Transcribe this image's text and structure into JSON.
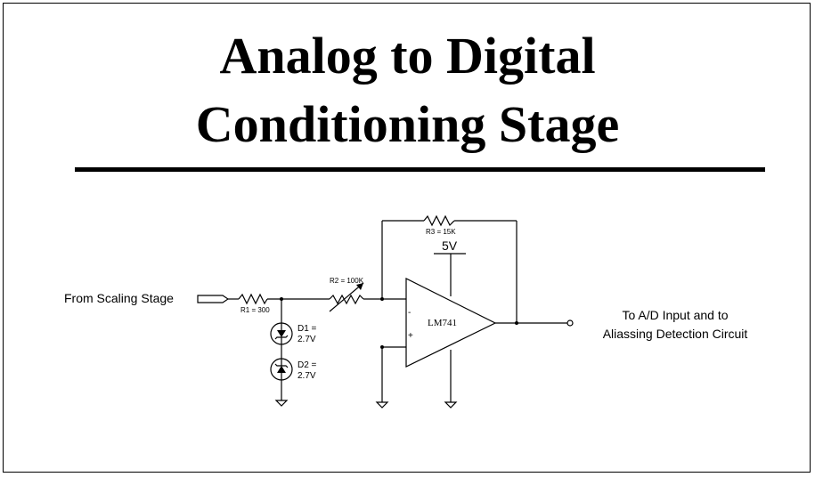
{
  "title_line1": "Analog to Digital",
  "title_line2": "Conditioning Stage",
  "labels": {
    "input": "From Scaling Stage",
    "r1": "R1 = 300",
    "r2": "R2 = 100K",
    "r3": "R3 = 15K",
    "supply": "5V",
    "opamp": "LM741",
    "minus": "-",
    "plus": "+",
    "d1_line1": "D1 =",
    "d1_line2": "2.7V",
    "d2_line1": "D2 =",
    "d2_line2": "2.7V",
    "output_line1": "To A/D Input and to",
    "output_line2": "Aliassing Detection Circuit"
  }
}
